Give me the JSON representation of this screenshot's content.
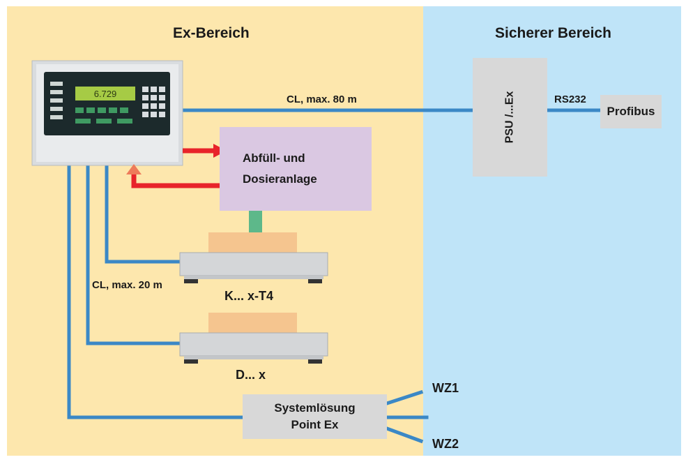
{
  "zones": {
    "ex": {
      "title": "Ex-Bereich"
    },
    "safe": {
      "title": "Sicherer Bereich"
    }
  },
  "labels": {
    "cl_80": "CL, max. 80 m",
    "cl_20": "CL, max. 20 m",
    "rs232": "RS232",
    "wz1": "WZ1",
    "wz2": "WZ2"
  },
  "nodes": {
    "psu": "PSU /...Ex",
    "profibus": "Profibus",
    "abfuell_line1": "Abfüll- und",
    "abfuell_line2": "Dosieranlage",
    "scale_k": "K... x-T4",
    "scale_d": "D... x",
    "system_line1": "Systemlösung",
    "system_line2": "Point Ex"
  },
  "terminal": {
    "display_value": "6.729"
  },
  "colors": {
    "ex_zone": "#fde7ad",
    "safe_zone": "#bfe4f8",
    "cable": "#3b88c6",
    "signal": "#e8242a",
    "plant": "#dac8e2",
    "box_grey": "#d8d8d8",
    "connector": "#5db88a",
    "load": "#f5c58f"
  }
}
